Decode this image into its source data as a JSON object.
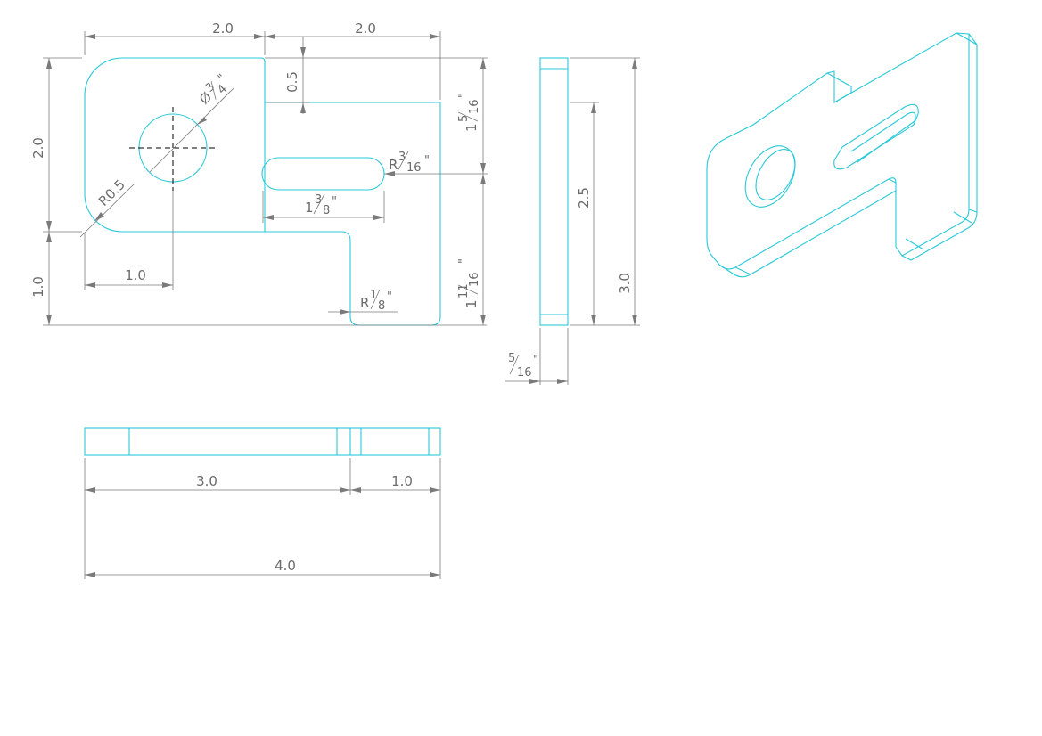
{
  "drawing": {
    "colors": {
      "part": "#29c8d8",
      "dimension": "#7a7a7a",
      "text": "#6b6b6b",
      "centerline": "#000000"
    },
    "front_view": {
      "dim_top_left": "2.0",
      "dim_top_right": "2.0",
      "dim_left_upper": "2.0",
      "dim_left_lower": "1.0",
      "dim_notch": "0.5",
      "dim_hole_offset": "1.0",
      "dim_corner_radius": "R0.5",
      "hole_dia": {
        "prefix": "Ø",
        "num": "3",
        "den": "4",
        "unit": "\""
      },
      "slot_length": {
        "whole": "1",
        "num": "3",
        "den": "8",
        "unit": "\""
      },
      "slot_radius": {
        "prefix": "R",
        "num": "3",
        "den": "16",
        "unit": "\""
      },
      "tab_radius": {
        "prefix": "R",
        "num": "1",
        "den": "8",
        "unit": "\""
      },
      "dim_right_upper": {
        "whole": "1",
        "num": "5",
        "den": "16",
        "unit": "\""
      },
      "dim_right_lower": {
        "whole": "1",
        "num": "11",
        "den": "16",
        "unit": "\""
      }
    },
    "side_view": {
      "dim_height_inner": "2.5",
      "dim_height_total": "3.0",
      "thickness": {
        "num": "5",
        "den": "16",
        "unit": "\""
      }
    },
    "bottom_view": {
      "dim_left": "3.0",
      "dim_right": "1.0",
      "dim_total": "4.0"
    }
  }
}
